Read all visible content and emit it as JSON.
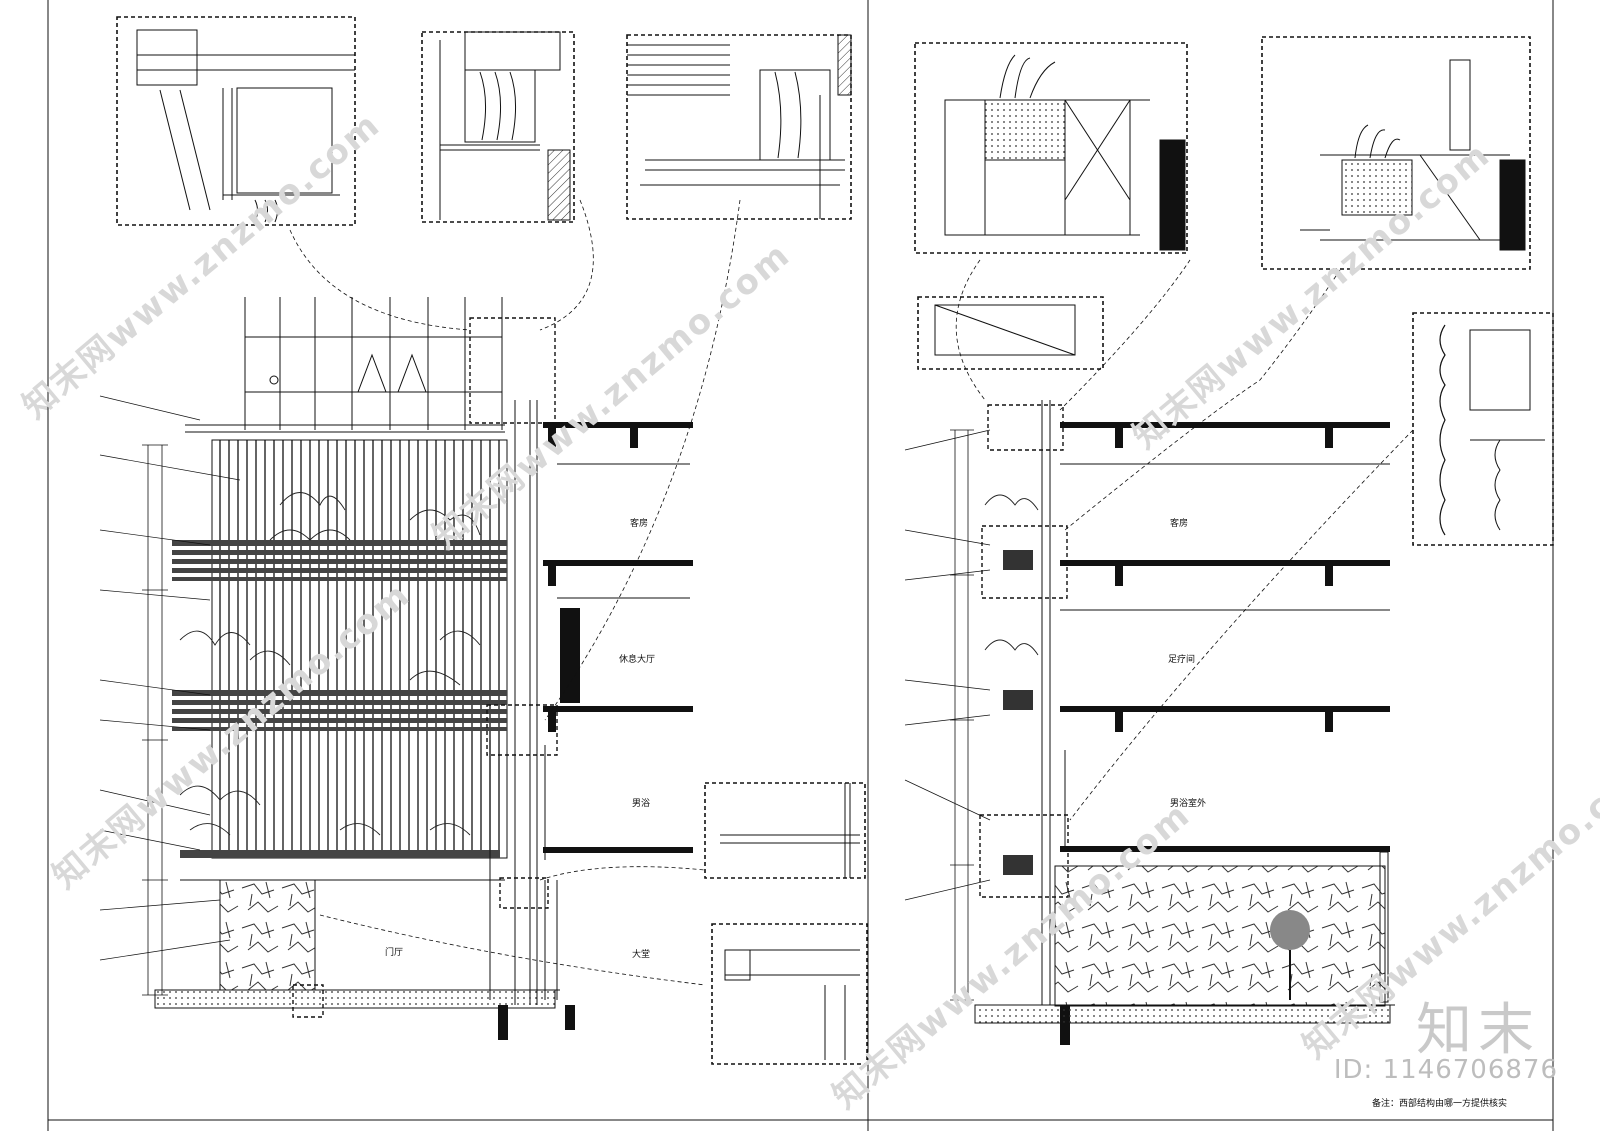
{
  "left_drawing": {
    "rooms": [
      "客房",
      "休息大厅",
      "男浴",
      "门厅",
      "大堂"
    ]
  },
  "right_drawing": {
    "rooms": [
      "客房",
      "足疗间",
      "男浴室外"
    ],
    "note": "备注：西部结构由哪一方提供核实"
  },
  "watermark": {
    "site": "知末网www.znzmo.com",
    "brand": "知末",
    "id": "ID: 1146706876"
  },
  "colors": {
    "line": "#111111",
    "watermark": "#d6d6d6"
  }
}
